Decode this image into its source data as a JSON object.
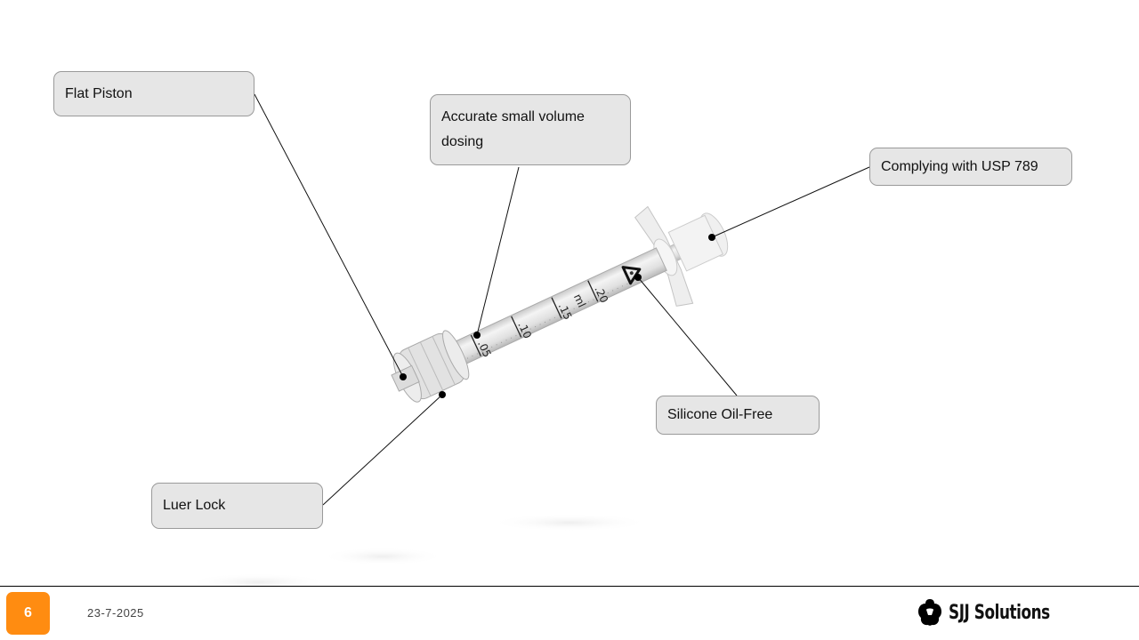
{
  "callouts": {
    "flat_piston": "Flat Piston",
    "accurate_dosing": "Accurate small volume dosing",
    "usp": "Complying with USP 789",
    "silicone": "Silicone Oil-Free",
    "luer_lock": "Luer Lock"
  },
  "syringe": {
    "graduations": [
      ".05",
      ".10",
      ".15",
      "ml",
      ".20"
    ]
  },
  "footer": {
    "page_number": "6",
    "date": "23-7-2025",
    "brand": "SJJ Solutions"
  },
  "colors": {
    "accent": "#ff8c11",
    "callout_bg": "#e6e6e6"
  }
}
